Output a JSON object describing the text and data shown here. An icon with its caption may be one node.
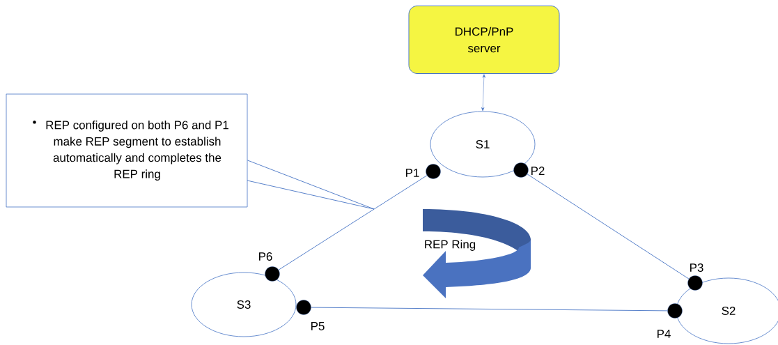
{
  "diagram": {
    "nodes": [
      {
        "text": [
          "DHCP/PnP server"
        ]
      },
      {
        "text": [
          "•",
          "REP  configured on both P6 and P1 make REP segment to establish automatically and completes the REP ring"
        ]
      },
      {
        "text": [
          "S1"
        ]
      },
      {
        "text": [],
        "shape": "circle",
        "beside": [
          "P1"
        ]
      },
      {
        "text": [],
        "shape": "circle",
        "beside": [
          "P2"
        ]
      },
      {
        "text": [
          "S3"
        ]
      },
      {
        "text": [],
        "shape": "circle",
        "beside": [
          "P6"
        ]
      },
      {
        "text": [],
        "shape": "circle",
        "beside": [
          "P5"
        ]
      },
      {
        "text": [
          "S2"
        ]
      },
      {
        "text": [],
        "shape": "circle",
        "beside": [
          "P3"
        ]
      },
      {
        "text": [],
        "shape": "circle",
        "beside": [
          "P4"
        ]
      }
    ],
    "edges": [
      {
        "from": 0,
        "to": 2,
        "arrow": "both"
      },
      {
        "from": 3,
        "to": 6,
        "arrow": "none"
      },
      {
        "from": 4,
        "to": 9,
        "arrow": "none"
      },
      {
        "from": 7,
        "to": 10,
        "arrow": "none"
      },
      {
        "from": 1,
        "to": null,
        "arrow": "none"
      }
    ],
    "labels": [
      "REP Ring"
    ]
  }
}
